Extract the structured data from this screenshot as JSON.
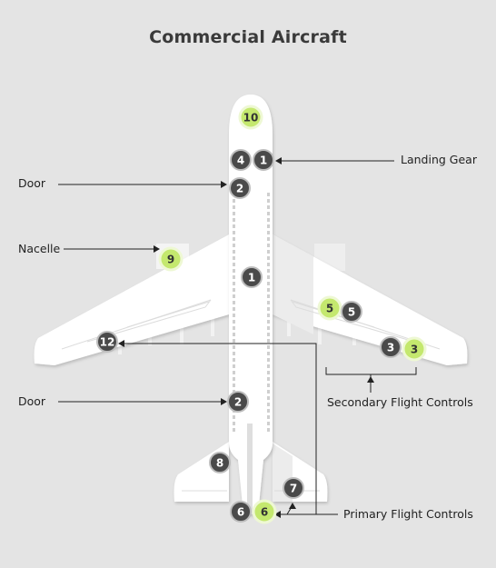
{
  "title": "Commercial Aircraft",
  "labels": {
    "landing_gear": "Landing Gear",
    "door_top": "Door",
    "nacelle": "Nacelle",
    "door_bottom": "Door",
    "secondary": "Secondary Flight Controls",
    "primary": "Primary Flight Controls"
  },
  "markers": [
    {
      "id": "m10",
      "n": "10",
      "style": "green"
    },
    {
      "id": "m4",
      "n": "4",
      "style": "dark"
    },
    {
      "id": "m1a",
      "n": "1",
      "style": "dark"
    },
    {
      "id": "m2a",
      "n": "2",
      "style": "dark"
    },
    {
      "id": "m9",
      "n": "9",
      "style": "green"
    },
    {
      "id": "m1b",
      "n": "1",
      "style": "dark"
    },
    {
      "id": "m5g",
      "n": "5",
      "style": "green"
    },
    {
      "id": "m5d",
      "n": "5",
      "style": "dark"
    },
    {
      "id": "m12",
      "n": "12",
      "style": "dark"
    },
    {
      "id": "m3d",
      "n": "3",
      "style": "dark"
    },
    {
      "id": "m3g",
      "n": "3",
      "style": "green"
    },
    {
      "id": "m2b",
      "n": "2",
      "style": "dark"
    },
    {
      "id": "m8",
      "n": "8",
      "style": "dark"
    },
    {
      "id": "m7",
      "n": "7",
      "style": "dark"
    },
    {
      "id": "m6d",
      "n": "6",
      "style": "dark"
    },
    {
      "id": "m6g",
      "n": "6",
      "style": "green"
    }
  ],
  "colors": {
    "background": "#e4e4e4",
    "plane": "#ffffff",
    "shade": "#ececec",
    "marker_dark": "#4a4a4a",
    "marker_green": "#c4e86e",
    "line": "#222222"
  }
}
